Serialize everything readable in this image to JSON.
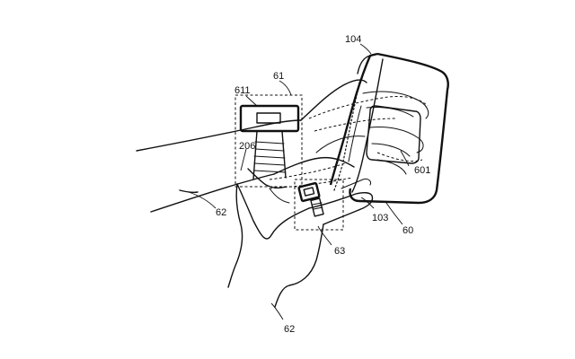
{
  "labels": {
    "device": "104",
    "wrist_region": "61",
    "wrist_band_sensor": "611",
    "wrist_strap": "206",
    "screen_region": "601",
    "arm_upper": "62",
    "arm_lower": "62",
    "finger_region": "63",
    "device_edge": "103",
    "device_assembly": "60"
  }
}
